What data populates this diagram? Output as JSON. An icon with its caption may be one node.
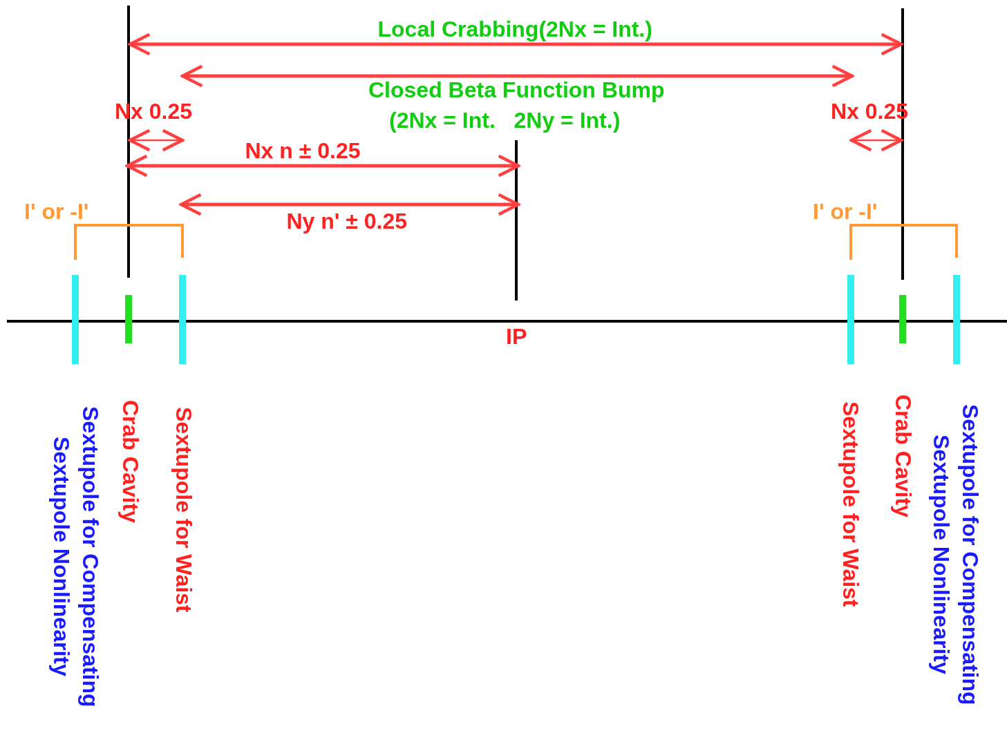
{
  "diagram": {
    "labels": [
      "Local Crabbing(2Nx = Int.)",
      "Closed Beta Function Bump",
      "(2Nx = Int.   2Ny = Int.)",
      "Nx 0.25",
      "Nx 0.25",
      "Nx n ± 0.25",
      "I' or -I'",
      "I' or -I'",
      "Ny n' ± 0.25",
      "IP",
      "Sextupole for Compensating Sextupole Nonlinearity",
      "Crab Cavity",
      "Sextupole for Waist",
      "Sextupole for Waist",
      "Crab Cavity",
      "Sextupole for Compensating Sextupole Nonlinearity"
    ]
  }
}
